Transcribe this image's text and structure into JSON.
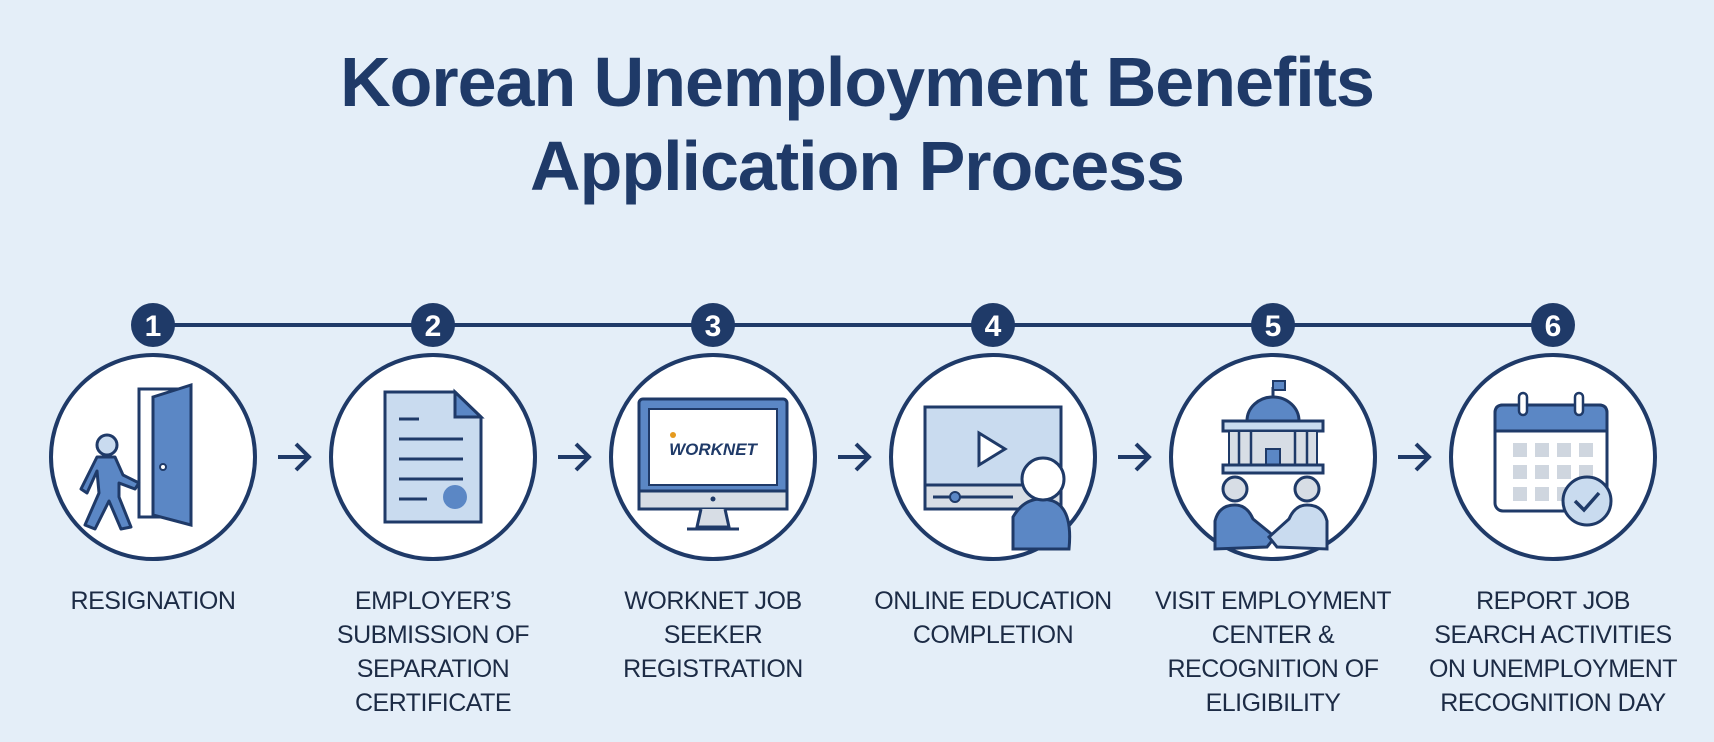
{
  "title": {
    "line1": "Korean Unemployment Benefits",
    "line2": "Application Process"
  },
  "colors": {
    "background": "#e4eef8",
    "navy": "#1f3a68",
    "accent": "#5b87c5",
    "light": "#c9dbef"
  },
  "steps": [
    {
      "number": "1",
      "label": "RESIGNATION",
      "icon": "person-exiting-door-icon"
    },
    {
      "number": "2",
      "label": "EMPLOYER’S SUBMISSION OF SEPARATION CERTIFICATE",
      "icon": "document-certificate-icon"
    },
    {
      "number": "3",
      "label": "WORKNET JOB SEEKER REGISTRATION",
      "icon": "worknet-monitor-icon",
      "logo_text": "WORKNET"
    },
    {
      "number": "4",
      "label": "ONLINE EDUCATION COMPLETION",
      "icon": "video-lesson-icon"
    },
    {
      "number": "5",
      "label": "VISIT EMPLOYMENT CENTER & RECOGNITION OF ELIGIBILITY",
      "icon": "government-building-handshake-icon"
    },
    {
      "number": "6",
      "label": "REPORT JOB SEARCH ACTIVITIES ON UNEMPLOYMENT RECOGNITION DAY",
      "icon": "calendar-check-icon"
    }
  ]
}
